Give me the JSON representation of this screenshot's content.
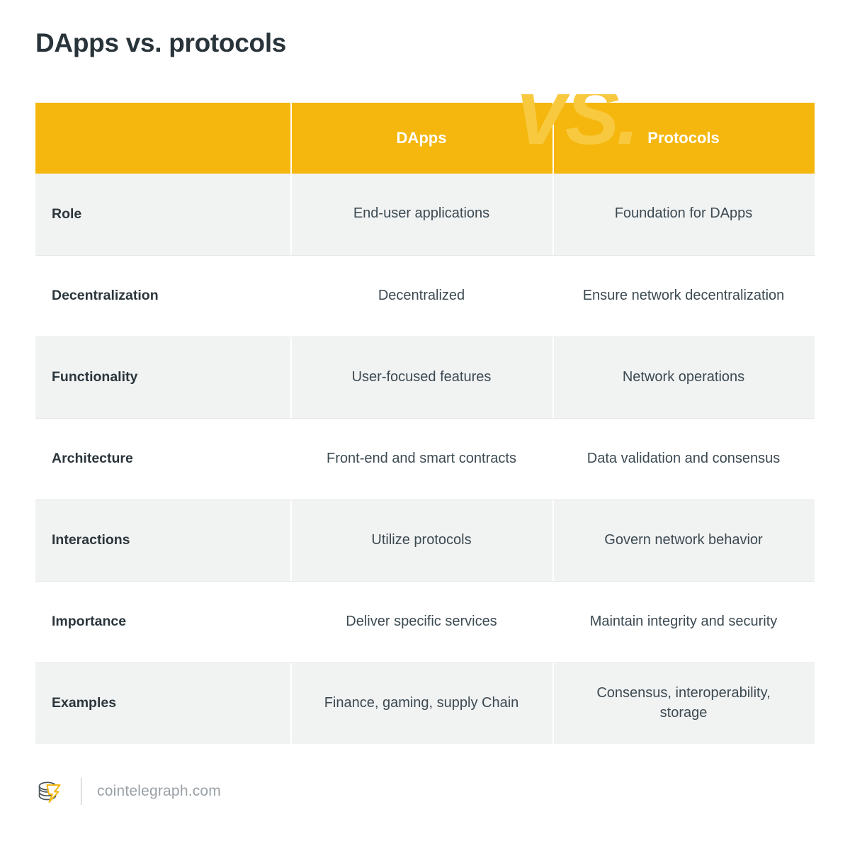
{
  "page": {
    "title": "DApps vs. protocols",
    "background_color": "#ffffff"
  },
  "table": {
    "header": {
      "label_column": "",
      "col_a": "DApps",
      "col_b": "Protocols",
      "watermark": "VS.",
      "background_color": "#f5b70e",
      "text_color": "#ffffff",
      "watermark_color": "#f8c93f"
    },
    "row_colors": {
      "shaded": "#f1f2f2",
      "plain": "#ffffff"
    },
    "rows": [
      {
        "label": "Role",
        "dapps": "End-user applications",
        "protocols": "Foundation for DApps"
      },
      {
        "label": "Decentralization",
        "dapps": "Decentralized",
        "protocols": "Ensure network decentralization"
      },
      {
        "label": "Functionality",
        "dapps": "User-focused features",
        "protocols": "Network operations"
      },
      {
        "label": "Architecture",
        "dapps": "Front-end and smart contracts",
        "protocols": "Data validation and consensus"
      },
      {
        "label": "Interactions",
        "dapps": "Utilize protocols",
        "protocols": "Govern network behavior"
      },
      {
        "label": "Importance",
        "dapps": "Deliver specific services",
        "protocols": "Maintain integrity and security"
      },
      {
        "label": "Examples",
        "dapps": "Finance, gaming, supply Chain",
        "protocols": "Consensus, interoperability, storage"
      }
    ]
  },
  "footer": {
    "logo": "cointelegraph-logo-icon",
    "url": "cointelegraph.com",
    "url_color": "#9aa1a6",
    "logo_accent_color": "#f5b70e"
  }
}
